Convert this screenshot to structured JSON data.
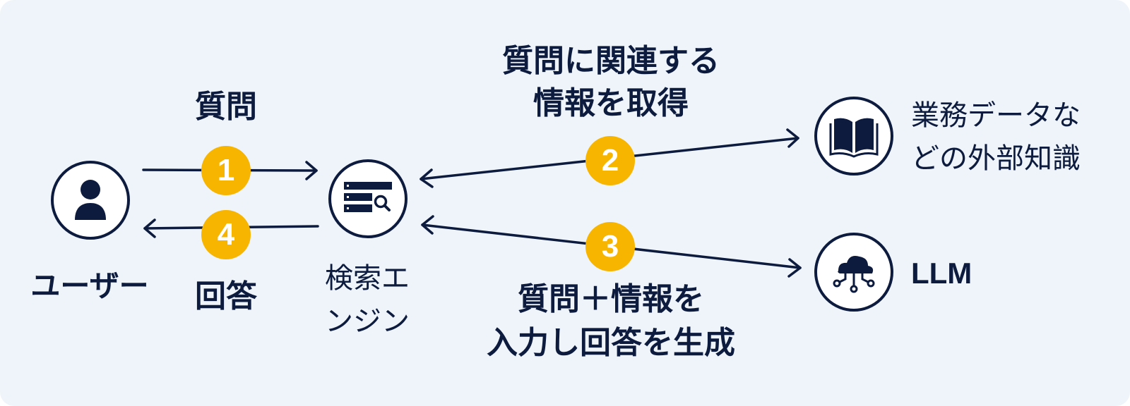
{
  "nodes": {
    "user": {
      "label": "ユーザー",
      "icon": "user-icon"
    },
    "search_engine": {
      "label_line1": "検索エ",
      "label_line2": "ンジン",
      "icon": "search-engine-icon"
    },
    "knowledge": {
      "label_line1": "業務データな",
      "label_line2": "どの外部知識",
      "icon": "book-icon"
    },
    "llm": {
      "label": "LLM",
      "icon": "cloud-network-icon"
    }
  },
  "steps": [
    {
      "number": "1",
      "label_line1": "質問",
      "label_line2": ""
    },
    {
      "number": "2",
      "label_line1": "質問に関連する",
      "label_line2": "情報を取得"
    },
    {
      "number": "3",
      "label_line1": "質問＋情報を",
      "label_line2": "入力し回答を生成"
    },
    {
      "number": "4",
      "label_line1": "回答",
      "label_line2": ""
    }
  ],
  "colors": {
    "background": "#eef4f9",
    "ink": "#0d1b3e",
    "step_badge": "#f7b500"
  }
}
